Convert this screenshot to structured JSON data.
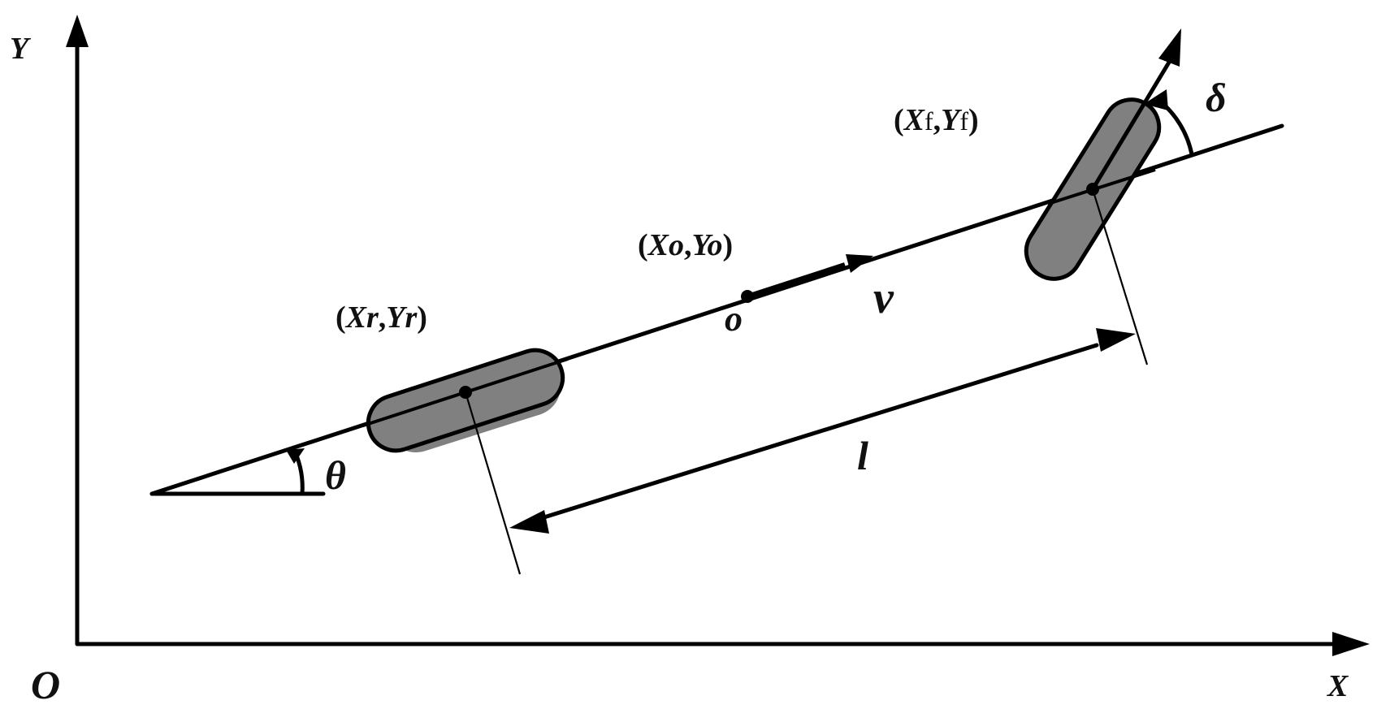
{
  "axes": {
    "y_label": "Y",
    "x_label": "X",
    "origin_label": "O"
  },
  "labels": {
    "rear_open": "(",
    "rear_x": "Xr",
    "rear_comma": ",",
    "rear_y": "Yr",
    "rear_close": ")",
    "center_open": "(",
    "center_x": "Xo",
    "center_comma": ",",
    "center_y": "Yo",
    "center_close": ")",
    "front_open": "(",
    "front_x": "X",
    "front_x_sub": "f",
    "front_comma": ",",
    "front_y": "Y",
    "front_y_sub": "f",
    "front_close": ")",
    "center_point": "o",
    "velocity": "v",
    "heading_angle": "θ",
    "steering_angle": "δ",
    "wheelbase": "l"
  },
  "colors": {
    "wheel_fill": "#808080",
    "stroke": "#000000",
    "background": "#ffffff"
  }
}
